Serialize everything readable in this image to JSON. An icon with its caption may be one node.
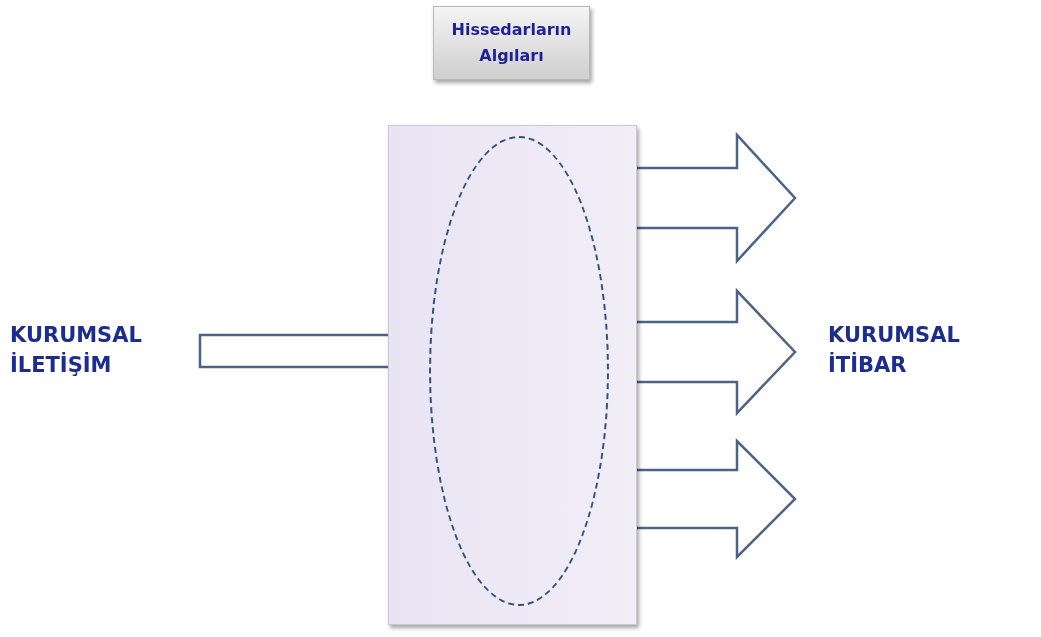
{
  "diagram": {
    "nodes": [
      {
        "text": [
          "Hissedarların Algıları"
        ]
      },
      {
        "text": [
          "KURUMSAL İLETİŞİM"
        ]
      },
      {
        "text": [],
        "shape": "box"
      },
      {
        "text": [],
        "shape": "ellipse",
        "in": 2
      },
      {
        "text": [
          "KURUMSAL İTİBAR"
        ]
      }
    ],
    "edges": [
      {
        "from": 1,
        "to": 2,
        "arrow": "none"
      },
      {
        "from": 2,
        "to": null,
        "arrow": "to"
      },
      {
        "from": 2,
        "to": null,
        "arrow": "to"
      },
      {
        "from": 2,
        "to": null,
        "arrow": "to"
      }
    ]
  }
}
